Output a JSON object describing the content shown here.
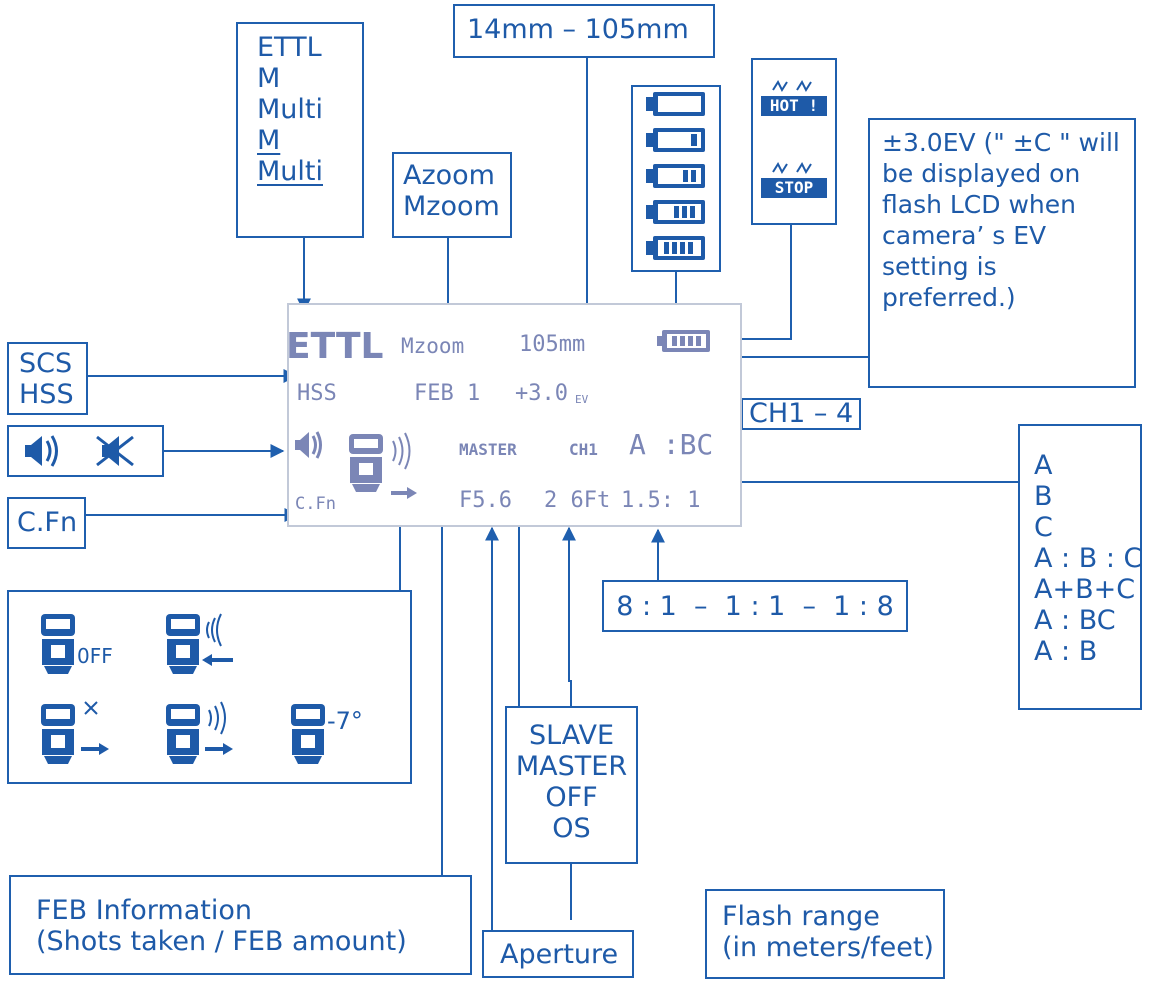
{
  "colors": {
    "accent": "#1e5aa8",
    "lcd_text": "#7b86b6",
    "lcd_border": "#c2c9d8"
  },
  "labels": {
    "modes": [
      "ETTL",
      "M",
      "Multi",
      "M",
      "Multi"
    ],
    "zoom_range": "14mm – 105mm",
    "zoom_modes": [
      "Azoom",
      "Mzoom"
    ],
    "ev_note": [
      "±3.0EV (\" ±C \" will",
      "be displayed on",
      "flash LCD when",
      "camera’ s EV",
      "setting is",
      "preferred.)"
    ],
    "sync": [
      "SCS",
      "HSS"
    ],
    "cfn": "C.Fn",
    "channel": "CH1 – 4",
    "groups": [
      "A",
      "B",
      "C",
      "A : B : C",
      "A+B+C",
      "A : BC",
      "A : B"
    ],
    "ratio": "8 : 1  –  1 : 1  –  1 : 8",
    "wireless": [
      "SLAVE",
      "MASTER",
      "OFF",
      "OS"
    ],
    "feb": [
      "FEB Information",
      "(Shots taken / FEB amount)"
    ],
    "aperture": "Aperture",
    "range": [
      "Flash range",
      "(in meters/feet)"
    ],
    "hot": "HOT !",
    "stop": "STOP",
    "off_word": "0FF",
    "tilt": "-7°"
  },
  "lcd": {
    "mode": "ETTL",
    "zoom": "Mzoom",
    "focal": "105mm",
    "sync": "HSS",
    "feb": "FEB 1",
    "ev": "+3.0",
    "ev_unit": "EV",
    "wireless": "MASTER",
    "channel": "CH1",
    "group": "A :BC",
    "cfn": "C.Fn",
    "aperture": "F5.6",
    "range": "2 6Ft",
    "ratio": "1.5: 1"
  }
}
